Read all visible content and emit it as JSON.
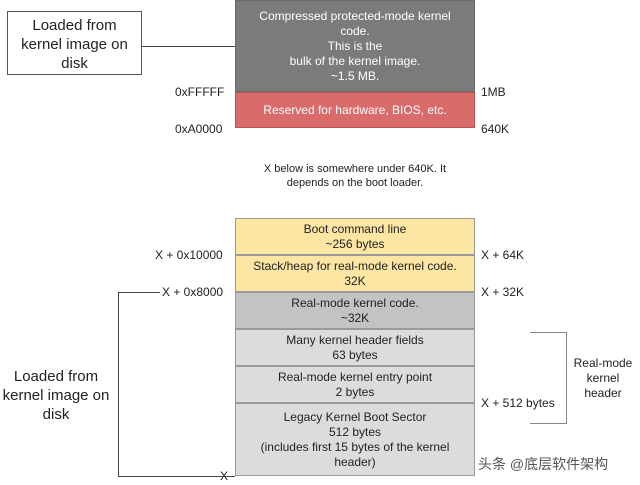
{
  "top_map": {
    "blocks": [
      {
        "lines": [
          "Compressed protected-mode kernel",
          "code.",
          "This is the",
          "bulk of the kernel image.",
          "~1.5 MB."
        ],
        "color": "#7b7b7b",
        "text_color": "#ffffff"
      },
      {
        "lines": [
          "Reserved for hardware, BIOS, etc."
        ],
        "color": "#d96b6b",
        "text_color": "#ffffff"
      }
    ],
    "left_addresses": [
      "0xFFFFF",
      "0xA0000"
    ],
    "right_addresses": [
      "1MB",
      "640K"
    ],
    "note_lines": [
      "Loaded from",
      "kernel image on",
      "disk"
    ]
  },
  "middle_caption": [
    "X below is somewhere under 640K. It",
    "depends on the boot loader."
  ],
  "bottom_map": {
    "blocks": [
      {
        "lines": [
          "Boot command line",
          "~256 bytes"
        ],
        "color": "#fde6a3"
      },
      {
        "lines": [
          "Stack/heap for real-mode kernel code.",
          "32K"
        ],
        "color": "#fde6a3"
      },
      {
        "lines": [
          "Real-mode kernel code.",
          "~32K"
        ],
        "color": "#c3c3c3"
      },
      {
        "lines": [
          "Many kernel header fields",
          "63 bytes"
        ],
        "color": "#dcdcdc"
      },
      {
        "lines": [
          "Real-mode kernel entry point",
          "2 bytes"
        ],
        "color": "#dcdcdc"
      },
      {
        "lines": [
          "Legacy Kernel Boot Sector",
          "512 bytes",
          "(includes first 15 bytes of the kernel",
          "header)"
        ],
        "color": "#dcdcdc"
      }
    ],
    "left_addresses": [
      "X + 0x10000",
      "X + 0x8000",
      "X"
    ],
    "right_addresses": [
      "X + 64K",
      "X + 32K",
      "X + 512 bytes"
    ],
    "note_lines": [
      "Loaded from",
      "kernel image on",
      "disk"
    ],
    "header_label": [
      "Real-mode",
      "kernel",
      "header"
    ]
  },
  "watermark": "头条 @底层软件架构"
}
